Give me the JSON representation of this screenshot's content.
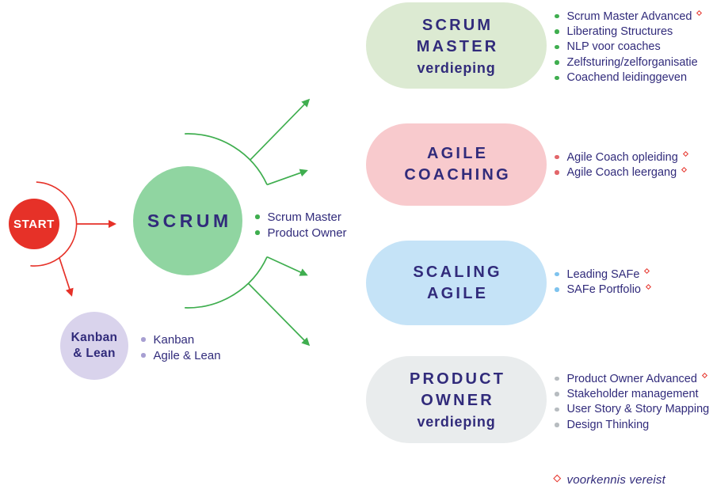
{
  "theme": {
    "red": "#e63128",
    "navy": "#312b7b",
    "green": "#3fae4f",
    "scrum_green": "#90d5a1",
    "lavender": "#d9d3ec"
  },
  "start": {
    "label": "START",
    "color": "#e63128"
  },
  "scrum": {
    "label": "SCRUM",
    "color": "#90d5a1",
    "bullet_color": "#3fae4f",
    "courses": [
      {
        "label": "Scrum Master",
        "diamond": false
      },
      {
        "label": "Product Owner",
        "diamond": false
      }
    ]
  },
  "kanban": {
    "title_lines": [
      "Kanban",
      "& Lean"
    ],
    "color": "#d9d3ec",
    "bullet_color": "#a79fd2",
    "courses": [
      {
        "label": "Kanban",
        "diamond": false
      },
      {
        "label": "Agile & Lean",
        "diamond": false
      }
    ]
  },
  "paths": [
    {
      "id": "scrum-master",
      "title_lines": [
        "SCRUM",
        "MASTER"
      ],
      "subtitle": "verdieping",
      "pill_color": "#dcead2",
      "bullet_color": "#3fae4f",
      "courses": [
        {
          "label": "Scrum Master Advanced",
          "diamond": true
        },
        {
          "label": "Liberating Structures",
          "diamond": false
        },
        {
          "label": "NLP voor coaches",
          "diamond": false
        },
        {
          "label": "Zelfsturing/zelforganisatie",
          "diamond": false
        },
        {
          "label": "Coachend leidinggeven",
          "diamond": false
        }
      ]
    },
    {
      "id": "agile-coaching",
      "title_lines": [
        "AGILE",
        "COACHING"
      ],
      "subtitle": "",
      "pill_color": "#f8cacd",
      "bullet_color": "#e2666a",
      "courses": [
        {
          "label": "Agile Coach opleiding",
          "diamond": true
        },
        {
          "label": "Agile Coach leergang",
          "diamond": true
        }
      ]
    },
    {
      "id": "scaling-agile",
      "title_lines": [
        "SCALING",
        "AGILE"
      ],
      "subtitle": "",
      "pill_color": "#c5e3f7",
      "bullet_color": "#7ec3ee",
      "courses": [
        {
          "label": "Leading SAFe",
          "diamond": true
        },
        {
          "label": "SAFe Portfolio",
          "diamond": true
        }
      ]
    },
    {
      "id": "product-owner",
      "title_lines": [
        "PRODUCT",
        "OWNER"
      ],
      "subtitle": "verdieping",
      "pill_color": "#e9eced",
      "bullet_color": "#b7bcc0",
      "courses": [
        {
          "label": "Product Owner Advanced",
          "diamond": true
        },
        {
          "label": "Stakeholder management",
          "diamond": false
        },
        {
          "label": "User Story & Story Mapping",
          "diamond": false
        },
        {
          "label": "Design Thinking",
          "diamond": false
        }
      ]
    }
  ],
  "legend": {
    "label": "voorkennis vereist"
  }
}
